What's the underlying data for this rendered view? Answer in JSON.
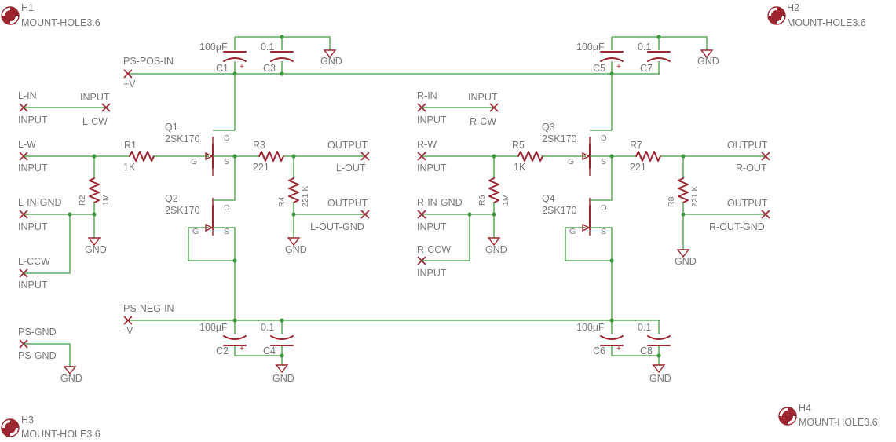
{
  "mount_holes": [
    {
      "ref": "H1",
      "value": "MOUNT-HOLE3.6"
    },
    {
      "ref": "H2",
      "value": "MOUNT-HOLE3.6"
    },
    {
      "ref": "H3",
      "value": "MOUNT-HOLE3.6"
    },
    {
      "ref": "H4",
      "value": "MOUNT-HOLE3.6"
    }
  ],
  "power": {
    "pos_name": "PS-POS-IN",
    "pos_sign": "+V",
    "neg_name": "PS-NEG-IN",
    "neg_sign": "-V",
    "gnd_name": "PS-GND",
    "gnd_label": "PS-GND"
  },
  "gnd_label": "GND",
  "input_label": "INPUT",
  "output_label": "OUTPUT",
  "fet_pins": {
    "d": "D",
    "g": "G",
    "s": "S"
  },
  "left": {
    "in_name": "L-IN",
    "cw_name": "L-CW",
    "w_name": "L-W",
    "in_gnd_name": "L-IN-GND",
    "ccw_name": "L-CCW",
    "out_name": "L-OUT",
    "out_gnd_name": "L-OUT-GND",
    "r_in": {
      "ref": "R1",
      "value": "1K"
    },
    "r_bias": {
      "ref": "R2",
      "value": "1M"
    },
    "r_out": {
      "ref": "R3",
      "value": "221"
    },
    "r_load": {
      "ref": "R4",
      "value": "221 K"
    },
    "q_top": {
      "ref": "Q1",
      "value": "2SK170"
    },
    "q_bot": {
      "ref": "Q2",
      "value": "2SK170"
    },
    "c_pos_elec": {
      "ref": "C1",
      "value": "100µF"
    },
    "c_pos_film": {
      "ref": "C3",
      "value": "0.1"
    },
    "c_neg_elec": {
      "ref": "C2",
      "value": "100µF"
    },
    "c_neg_film": {
      "ref": "C4",
      "value": "0.1"
    }
  },
  "right": {
    "in_name": "R-IN",
    "cw_name": "R-CW",
    "w_name": "R-W",
    "in_gnd_name": "R-IN-GND",
    "ccw_name": "R-CCW",
    "out_name": "R-OUT",
    "out_gnd_name": "R-OUT-GND",
    "r_in": {
      "ref": "R5",
      "value": "1K"
    },
    "r_bias": {
      "ref": "R6",
      "value": "1M"
    },
    "r_out": {
      "ref": "R7",
      "value": "221"
    },
    "r_load": {
      "ref": "R8",
      "value": "221 K"
    },
    "q_top": {
      "ref": "Q3",
      "value": "2SK170"
    },
    "q_bot": {
      "ref": "Q4",
      "value": "2SK170"
    },
    "c_pos_elec": {
      "ref": "C5",
      "value": "100µF"
    },
    "c_pos_film": {
      "ref": "C7",
      "value": "0.1"
    },
    "c_neg_elec": {
      "ref": "C6",
      "value": "100µF"
    },
    "c_neg_film": {
      "ref": "C8",
      "value": "0.1"
    }
  }
}
